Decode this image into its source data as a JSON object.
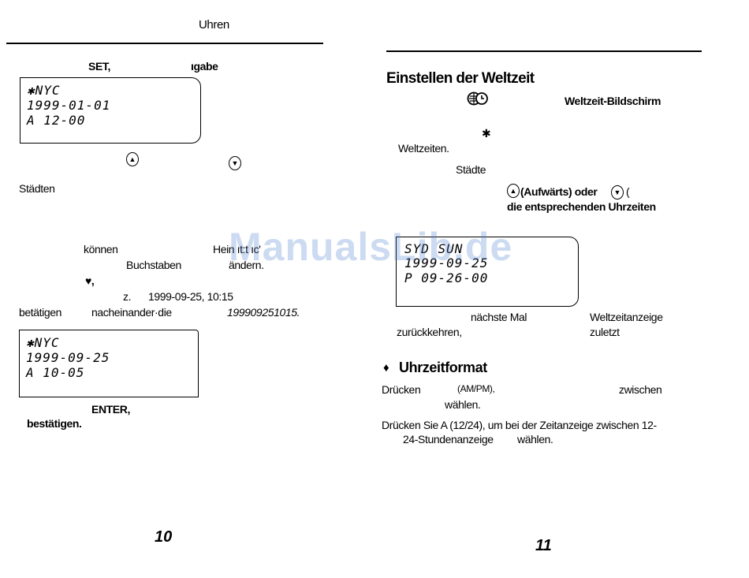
{
  "left_page": {
    "header": "Uhren",
    "line_set": "SET,",
    "line_set_end": "ıgabe",
    "lcd1": [
      "✱NYC",
      "1999-01-01",
      "A 12-00"
    ],
    "btn_up": "▲",
    "btn_down": "▼",
    "staedten": "Städten",
    "koennen": "können",
    "heimat": "Hein ıt:t ıc'",
    "buchstaben": "Buchstaben",
    "aendern": "ändern.",
    "heart_comma": "♥,",
    "z": "z.",
    "date_time": "1999-09-25, 10:15",
    "betaetigen": "betätigen",
    "nacheinander": "nacheinander·die",
    "digits": "199909251015.",
    "lcd2": [
      "✱NYC",
      "1999-09-25",
      "A 10-05"
    ],
    "enter": "ENTER,",
    "bestaetigen": "bestätigen.",
    "page_number": "10"
  },
  "right_page": {
    "title": "Einstellen der Weltzeit",
    "weltzeit_screen": "Weltzeit-Bildschirm",
    "asterisk": "✱",
    "weltzeiten": "Weltzeiten.",
    "staedte": "Städte",
    "aufwaerts": "(Aufwärts) oder",
    "bracket": "(",
    "entsprechenden": "die entsprechenden Uhrzeiten",
    "lcd3": [
      "SYD    SUN",
      "1999-09-25",
      "P 09-26-00"
    ],
    "naechste": "nächste Mal",
    "weltzeitanzeige": "Weltzeitanzeige",
    "zurueck": "zurückkehren,",
    "zuletzt": "zuletzt",
    "section_bullet": "♦",
    "section_title": "Uhrzeitformat",
    "druecken": "Drücken",
    "ampm": "(AM/PM),",
    "zwischen": "zwischen",
    "waehlen1": "wählen.",
    "line_12_24": "Drücken Sie A (12/24), um bei der Zeitanzeige zwischen 12-",
    "line_24h": "24-Stundenanzeige",
    "waehlen2": "wählen.",
    "page_number": "11"
  },
  "watermark": "ManualsLib.de"
}
